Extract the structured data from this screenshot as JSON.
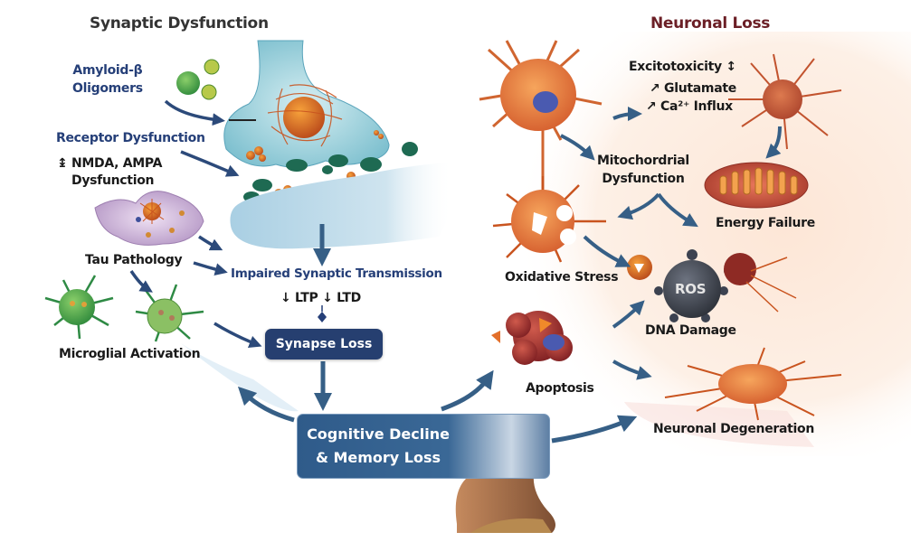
{
  "sections": {
    "left_title": "Synaptic Dysfunction",
    "right_title": "Neuronal Loss"
  },
  "colors": {
    "left_accent": "#253f78",
    "right_accent": "#6b1f26",
    "arrow": "#365f86",
    "box_dark": "#263f70",
    "neuron": "#d9662c"
  },
  "left": {
    "amyloid": [
      "Amyloid-β",
      "Oligomers"
    ],
    "receptor_title": "Receptor Dysfunction",
    "receptor_sub": [
      "↨ NMDA, AMPA",
      "Dysfunction"
    ],
    "tau": "Tau Pathology",
    "microglia": "Microglial Activation",
    "impaired": "Impaired Synaptic Transmission",
    "ltp_ltd": "↓ LTP ↓ LTD",
    "synapse_loss": "Synapse Loss"
  },
  "center": {
    "cognitive": [
      "Cognitive Decline",
      "& Memory Loss"
    ]
  },
  "right": {
    "excitotoxicity": "Excitotoxicity ↕",
    "glutamate": "↗ Glutamate",
    "calcium": "↗ Ca²⁺ Influx",
    "mito": [
      "Mitochordrial",
      "Dysfunction"
    ],
    "energy": "Energy Failure",
    "oxidative": "Oxidative Stress",
    "ros": "ROS",
    "dna": "DNA Damage",
    "apoptosis": "Apoptosis",
    "degeneration": "Neuronal Degeneration"
  }
}
